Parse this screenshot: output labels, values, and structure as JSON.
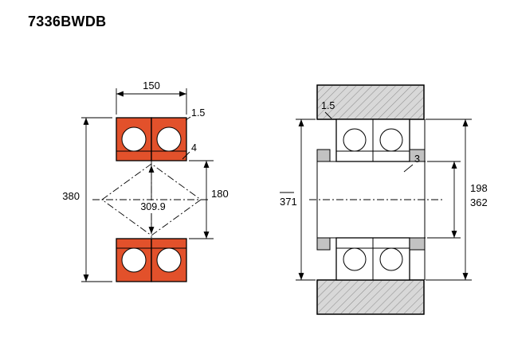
{
  "title": "7336BWDB",
  "colors": {
    "bearing_fill": "#e2512b",
    "housing_fill": "#d8d8d8",
    "spacer_fill": "#c2c2c2"
  },
  "left_view": {
    "dim_width": "150",
    "chamfer_outer": "1.5",
    "chamfer_inner": "4",
    "dim_outer_diameter": "380",
    "dim_bore": "180",
    "dim_contact_span": "309.9"
  },
  "right_view": {
    "chamfer_housing": "1.5",
    "dim_shoulder": "3",
    "dim_abutment_left": "371",
    "dim_shaft_seat": "198",
    "dim_housing_bore": "362"
  }
}
